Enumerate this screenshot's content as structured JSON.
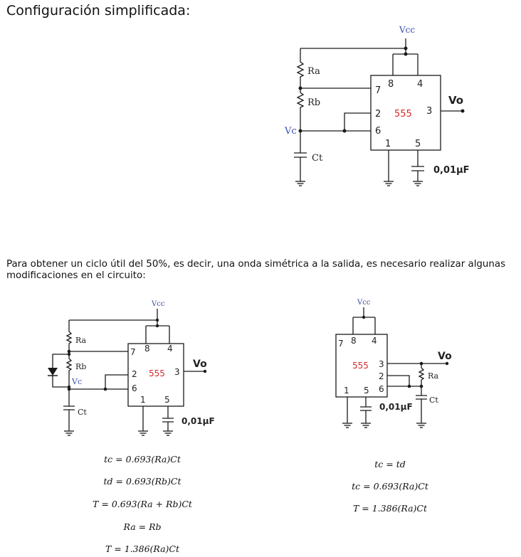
{
  "heading": "Configuración simplificada:",
  "paragraph": "Para obtener un ciclo útil del 50%, es decir, una onda simétrica a la salida, es necesario realizar algunas modificaciones en el circuito:",
  "circuit_labels": {
    "vcc_main": "Vcc",
    "vcc_small": "Vcc",
    "vo": "Vo",
    "vc": "Vc",
    "ra": "Ra",
    "rb": "Rb",
    "ct": "Ct",
    "chip": "555",
    "cap_value": "0,01µF",
    "pins": {
      "p7": "7",
      "p8": "8",
      "p4": "4",
      "p2": "2",
      "p6": "6",
      "p3": "3",
      "p1": "1",
      "p5": "5"
    }
  },
  "equations_left": [
    "tc = 0.693(Ra)Ct",
    "td = 0.693(Rb)Ct",
    "T = 0.693(Ra + Rb)Ct",
    "Ra = Rb",
    "T = 1.386(Ra)Ct"
  ],
  "equations_right": [
    "tc = td",
    "tc = 0.693(Ra)Ct",
    "T = 1.386(Ra)Ct"
  ],
  "colors": {
    "wire": "#1a1a1a",
    "label_blue": "#3c4fa8",
    "chip_red": "#d62828"
  }
}
